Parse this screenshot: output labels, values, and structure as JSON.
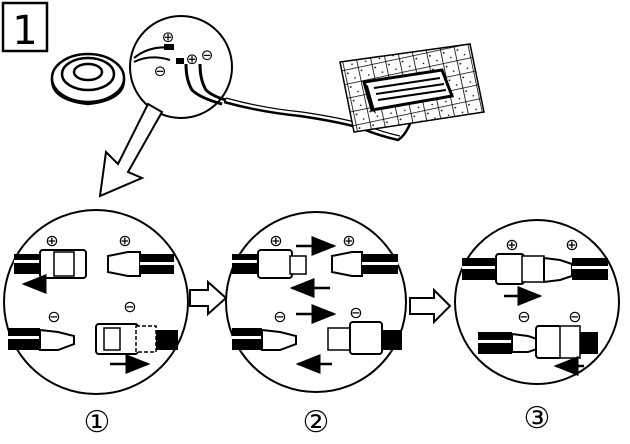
{
  "figure": {
    "step_number": "1",
    "polarity": {
      "positive": "⊕",
      "negative": "⊖"
    },
    "sub_steps": [
      "①",
      "②",
      "③"
    ]
  }
}
